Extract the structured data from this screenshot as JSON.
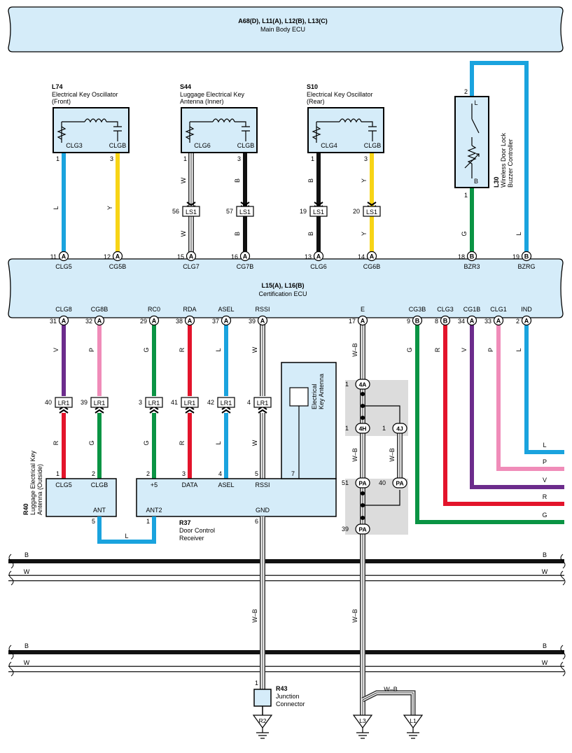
{
  "top_ecu": {
    "codes": "A68(D), L11(A), L12(B), L13(C)",
    "name": "Main Body ECU"
  },
  "cert_ecu": {
    "codes": "L15(A), L16(B)",
    "name": "Certification ECU"
  },
  "colors": {
    "L": "#1aa3de",
    "Y": "#f7d416",
    "W": "#ffffff",
    "B": "#111111",
    "G": "#0a9444",
    "R": "#e3142b",
    "V": "#6c2c8c",
    "P": "#f08cb9",
    "WB": "#ffffff",
    "box": "#d5ecf9",
    "grey": "#dcdcdc"
  },
  "l74": {
    "code": "L74",
    "name1": "Electrical Key Oscillator",
    "name2": "(Front)",
    "t1": "CLG3",
    "t2": "CLGB"
  },
  "s44": {
    "code": "S44",
    "name1": "Luggage Electrical Key",
    "name2": "Antenna (Inner)",
    "t1": "CLG6",
    "t2": "CLGB"
  },
  "s10": {
    "code": "S10",
    "name1": "Electrical Key Oscillator",
    "name2": "(Rear)",
    "t1": "CLG4",
    "t2": "CLGB"
  },
  "l30": {
    "code": "L30",
    "name1": "Wireless Door Lock",
    "name2": "Buzzer Controller",
    "tl": "L",
    "tb": "B"
  },
  "r40": {
    "code": "R40",
    "name1": "Luggage Electrical Key",
    "name2": "Antenna (Outside)",
    "t1": "CLG5",
    "t2": "CLGB",
    "ant": "ANT"
  },
  "r37": {
    "code": "R37",
    "name1": "Door Control",
    "name2": "Receiver",
    "terms": [
      "+5",
      "DATA",
      "ASEL",
      "RSSI"
    ],
    "ant2": "ANT2",
    "gnd": "GND"
  },
  "eka": {
    "name1": "Electrical",
    "name2": "Key Antenna"
  },
  "r43": {
    "code": "R43",
    "name1": "Junction",
    "name2": "Connector"
  },
  "grounds": [
    "R2",
    "L3",
    "L1"
  ],
  "splices": [
    "4A",
    "4H",
    "4J",
    "PA",
    "PA",
    "PA"
  ],
  "top_pins": [
    {
      "pin": "11",
      "conn": "A",
      "name": "CLG5"
    },
    {
      "pin": "12",
      "conn": "A",
      "name": "CG5B"
    },
    {
      "pin": "15",
      "conn": "A",
      "name": "CLG7"
    },
    {
      "pin": "16",
      "conn": "A",
      "name": "CG7B"
    },
    {
      "pin": "13",
      "conn": "A",
      "name": "CLG6"
    },
    {
      "pin": "14",
      "conn": "A",
      "name": "CG6B"
    },
    {
      "pin": "18",
      "conn": "B",
      "name": "BZR3"
    },
    {
      "pin": "19",
      "conn": "B",
      "name": "BZRG"
    }
  ],
  "bottom_pins": [
    {
      "pin": "31",
      "conn": "A",
      "name": "CLG8"
    },
    {
      "pin": "32",
      "conn": "A",
      "name": "CG8B"
    },
    {
      "pin": "29",
      "conn": "A",
      "name": "RC0"
    },
    {
      "pin": "38",
      "conn": "A",
      "name": "RDA"
    },
    {
      "pin": "37",
      "conn": "A",
      "name": "ASEL"
    },
    {
      "pin": "39",
      "conn": "A",
      "name": "RSSI"
    },
    {
      "pin": "17",
      "conn": "A",
      "name": "E"
    },
    {
      "pin": "9",
      "conn": "B",
      "name": "CG3B"
    },
    {
      "pin": "8",
      "conn": "B",
      "name": "CLG3"
    },
    {
      "pin": "34",
      "conn": "A",
      "name": "CG1B"
    },
    {
      "pin": "33",
      "conn": "A",
      "name": "CLG1"
    },
    {
      "pin": "2",
      "conn": "A",
      "name": "IND"
    }
  ],
  "ls1": {
    "label": "LS1",
    "pins": [
      "56",
      "57",
      "19",
      "20"
    ]
  },
  "lr1": {
    "label": "LR1",
    "pins": [
      "40",
      "39",
      "3",
      "41",
      "42",
      "4"
    ]
  },
  "wire_labels": {
    "L": "L",
    "Y": "Y",
    "W": "W",
    "B": "B",
    "G": "G",
    "R": "R",
    "V": "V",
    "P": "P",
    "WB": "W–B"
  },
  "side_labels": [
    "L",
    "P",
    "V",
    "R",
    "G"
  ],
  "bus_labels": [
    "B",
    "W",
    "B",
    "W"
  ],
  "pin_nums": {
    "one": "1",
    "two": "2",
    "three": "3",
    "four": "4",
    "five": "5",
    "six": "6",
    "seven": "7",
    "fifty_one": "51",
    "forty": "40",
    "thirty_nine": "39"
  }
}
